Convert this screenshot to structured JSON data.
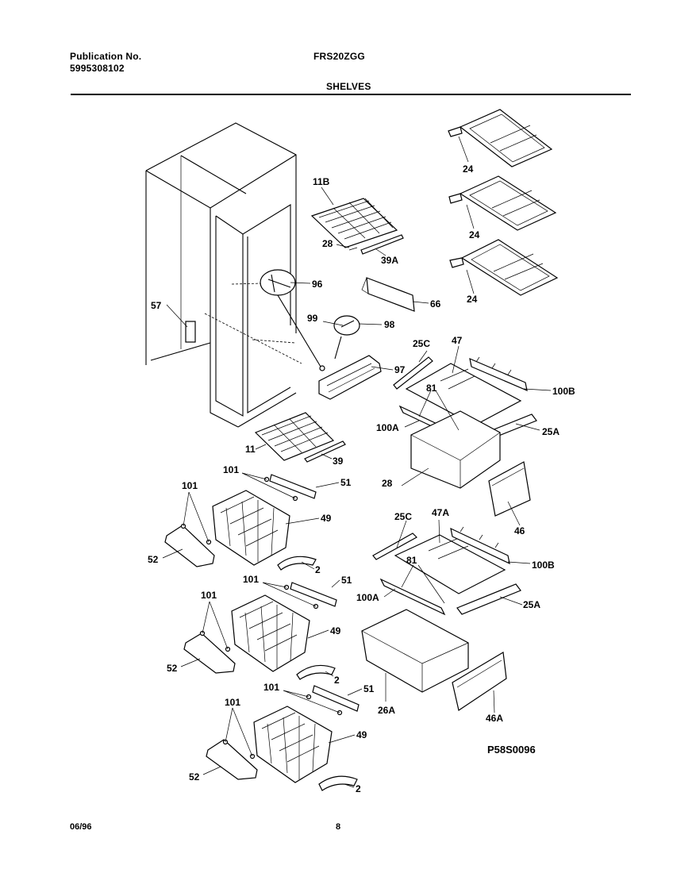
{
  "header": {
    "publication_label": "Publication No.",
    "publication_number": "5995308102",
    "model": "FRS20ZGG",
    "section": "SHELVES"
  },
  "footer": {
    "date": "06/96",
    "page": "8"
  },
  "figure_code": "P58S0096",
  "callouts": {
    "c24a": "24",
    "c24b": "24",
    "c24c": "24",
    "c11b": "11B",
    "c28a": "28",
    "c39a": "39A",
    "c96": "96",
    "c57": "57",
    "c66": "66",
    "c99": "99",
    "c98": "98",
    "c97": "97",
    "c25c_1": "25C",
    "c47": "47",
    "c100b_1": "100B",
    "c81_1": "81",
    "c100a_1": "100A",
    "c25a_1": "25A",
    "c11": "11",
    "c39": "39",
    "c28b": "28",
    "c101_1": "101",
    "c51_1": "51",
    "c101_2": "101",
    "c49_1": "49",
    "c52_1": "52",
    "c2_1": "2",
    "c46": "46",
    "c25c_2": "25C",
    "c47a": "47A",
    "c100b_2": "100B",
    "c81_2": "81",
    "c100a_2": "100A",
    "c25a_2": "25A",
    "c101_3": "101",
    "c51_2": "51",
    "c101_4": "101",
    "c49_2": "49",
    "c52_2": "52",
    "c2_2": "2",
    "c26a": "26A",
    "c46a": "46A",
    "c101_5": "101",
    "c51_3": "51",
    "c101_6": "101",
    "c49_3": "49",
    "c52_3": "52",
    "c2_3": "2"
  }
}
